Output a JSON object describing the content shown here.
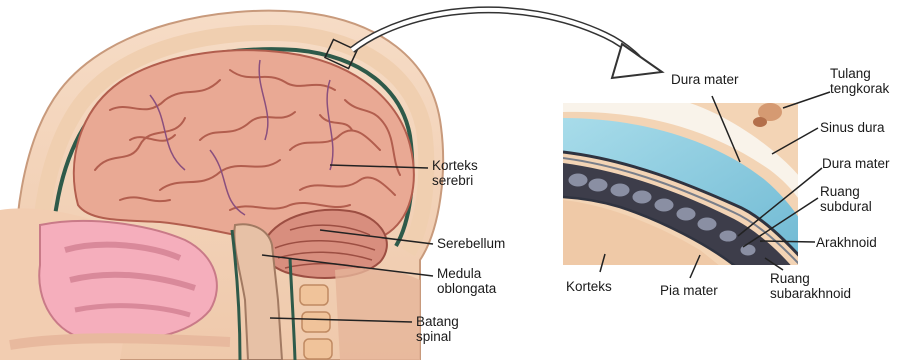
{
  "brain_labels": {
    "korteks_serebri": [
      "Korteks",
      "serebri"
    ],
    "serebellum": "Serebellum",
    "medula_oblongata": [
      "Medula",
      "oblongata"
    ],
    "batang_spinal": [
      "Batang",
      "spinal"
    ]
  },
  "meninges_labels": {
    "dura_mater_top": "Dura mater",
    "tulang_tengkorak": [
      "Tulang",
      "tengkorak"
    ],
    "sinus_dura": "Sinus dura",
    "dura_mater": "Dura mater",
    "ruang_subdural": [
      "Ruang",
      "subdural"
    ],
    "arakhnoid": "Arakhnoid",
    "korteks": "Korteks",
    "pia_mater": "Pia mater",
    "ruang_subarakhnoid": [
      "Ruang",
      "subarakhnoid"
    ]
  },
  "colors": {
    "cortex": "#e9a994",
    "cortex_fold": "#b25e4e",
    "skull_bone": "#f3d4b5",
    "dura_blue": "#8ecfe1",
    "nasal_pink": "#f5aebc",
    "dark_layer": "#3d3d4a",
    "spinal_cord": "#e7c1a6"
  }
}
